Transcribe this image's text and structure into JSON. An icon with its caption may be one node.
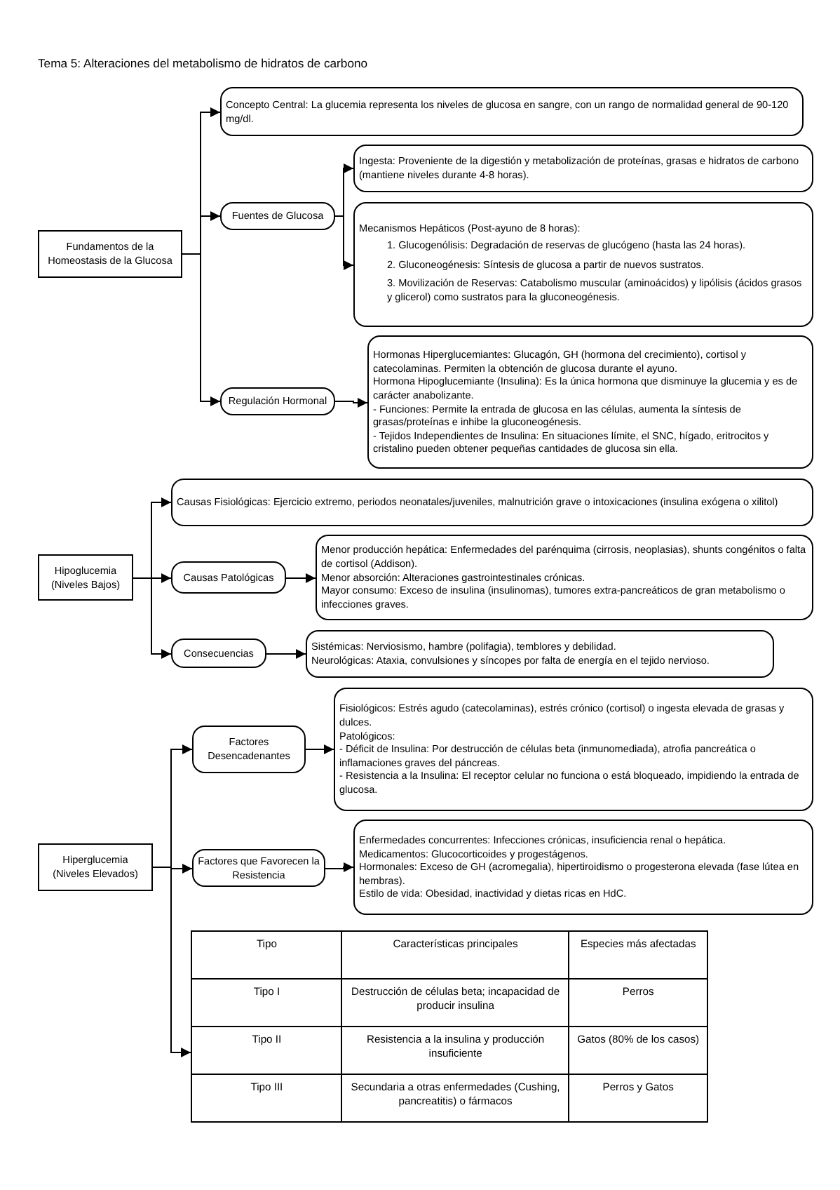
{
  "diagram": {
    "title": "Tema 5: Alteraciones del metabolismo de hidratos de carbono",
    "nodes": [
      {
        "text": [
          "Fundamentos de la Homeostasis de la Glucosa"
        ]
      },
      {
        "text": [
          "Concepto Central: La glucemia representa los niveles de glucosa en sangre, con un rango de normalidad general de 90-120 mg/dl."
        ]
      },
      {
        "text": [
          "Fuentes de Glucosa"
        ]
      },
      {
        "text": [
          "Ingesta: Proveniente de la digestión y metabolización de proteínas, grasas e hidratos de carbono (mantiene niveles durante 4-8 horas)."
        ]
      },
      {
        "text": [
          "Mecanismos Hepáticos (Post-ayuno de 8 horas):",
          "1. Glucogenólisis: Degradación de reservas de glucógeno (hasta las 24 horas).",
          "2. Gluconeogénesis: Síntesis de glucosa a partir de nuevos sustratos.",
          "3. Movilización de Reservas: Catabolismo muscular (aminoácidos) y lipólisis (ácidos grasos y glicerol) como sustratos para la gluconeogénesis."
        ]
      },
      {
        "text": [
          "Regulación Hormonal"
        ]
      },
      {
        "text": [
          "Hormonas Hiperglucemiantes: Glucagón, GH (hormona del crecimiento), cortisol y catecolaminas. Permiten la obtención de glucosa durante el ayuno.",
          "Hormona Hipoglucemiante (Insulina): Es la única hormona que disminuye la glucemia y es de carácter anabolizante.",
          "- Funciones: Permite la entrada de glucosa en las células, aumenta la síntesis de grasas/proteínas e inhibe la gluconeogénesis.",
          "- Tejidos Independientes de Insulina: En situaciones límite, el SNC, hígado, eritrocitos y cristalino pueden obtener pequeñas cantidades de glucosa sin ella."
        ]
      },
      {
        "text": [
          "Hipoglucemia (Niveles Bajos)"
        ]
      },
      {
        "text": [
          "Causas Fisiológicas: Ejercicio extremo, periodos neonatales/juveniles, malnutrición grave o intoxicaciones (insulina exógena o xilitol)"
        ]
      },
      {
        "text": [
          "Causas Patológicas"
        ]
      },
      {
        "text": [
          "Menor producción hepática: Enfermedades del parénquima (cirrosis, neoplasias), shunts congénitos o falta de cortisol (Addison).",
          "Menor absorción: Alteraciones gastrointestinales crónicas.",
          "Mayor consumo: Exceso de insulina (insulinomas), tumores extra-pancreáticos de gran metabolismo o infecciones graves."
        ]
      },
      {
        "text": [
          "Consecuencias"
        ]
      },
      {
        "text": [
          "Sistémicas: Nerviosismo, hambre (polifagia), temblores y debilidad.",
          "Neurológicas: Ataxia, convulsiones y síncopes por falta de energía en el tejido nervioso."
        ]
      },
      {
        "text": [
          "Hiperglucemia (Niveles Elevados)"
        ]
      },
      {
        "text": [
          "Factores Desencadenantes"
        ]
      },
      {
        "text": [
          "Fisiológicos: Estrés agudo (catecolaminas), estrés crónico (cortisol) o ingesta elevada de grasas y dulces.",
          "Patológicos:",
          "- Déficit de Insulina: Por destrucción de células beta (inmunomediada), atrofia pancreática o inflamaciones graves del páncreas.",
          "- Resistencia a la Insulina: El receptor celular no funciona o está bloqueado, impidiendo la entrada de glucosa."
        ]
      },
      {
        "text": [
          "Factores que Favorecen la Resistencia"
        ]
      },
      {
        "text": [
          "Enfermedades concurrentes: Infecciones crónicas, insuficiencia renal o hepática.",
          "Medicamentos: Glucocorticoides y progestágenos.",
          "Hormonales: Exceso de GH (acromegalia), hipertiroidismo o progesterona elevada (fase lútea en hembras).",
          "Estilo de vida: Obesidad, inactividad y dietas ricas en HdC."
        ]
      },
      {
        "text": [
          "Tipo",
          "Características principales",
          "Especies más afectadas",
          "Tipo I",
          "Destrucción de células beta; incapacidad de producir insulina",
          "Perros",
          "Tipo II",
          "Resistencia a la insulina y producción insuficiente",
          "Gatos (80% de los casos)",
          "Tipo III",
          "Secundaria a otras enfermedades (Cushing, pancreatitis) o fármacos",
          "Perros y Gatos"
        ]
      }
    ],
    "edges": [
      {
        "from": 0,
        "to": 1,
        "arrow": "to"
      },
      {
        "from": 0,
        "to": 2,
        "arrow": "to"
      },
      {
        "from": 0,
        "to": 5,
        "arrow": "to"
      },
      {
        "from": 2,
        "to": 3,
        "arrow": "to"
      },
      {
        "from": 2,
        "to": 4,
        "arrow": "to"
      },
      {
        "from": 5,
        "to": 6,
        "arrow": "to"
      },
      {
        "from": 7,
        "to": 8,
        "arrow": "to"
      },
      {
        "from": 7,
        "to": 9,
        "arrow": "to"
      },
      {
        "from": 7,
        "to": 11,
        "arrow": "to"
      },
      {
        "from": 9,
        "to": 10,
        "arrow": "to"
      },
      {
        "from": 11,
        "to": 12,
        "arrow": "to"
      },
      {
        "from": 13,
        "to": 14,
        "arrow": "to"
      },
      {
        "from": 13,
        "to": 16,
        "arrow": "to"
      },
      {
        "from": 13,
        "to": 18,
        "arrow": "to"
      },
      {
        "from": 14,
        "to": 15,
        "arrow": "to"
      },
      {
        "from": 16,
        "to": 17,
        "arrow": "to"
      }
    ]
  }
}
